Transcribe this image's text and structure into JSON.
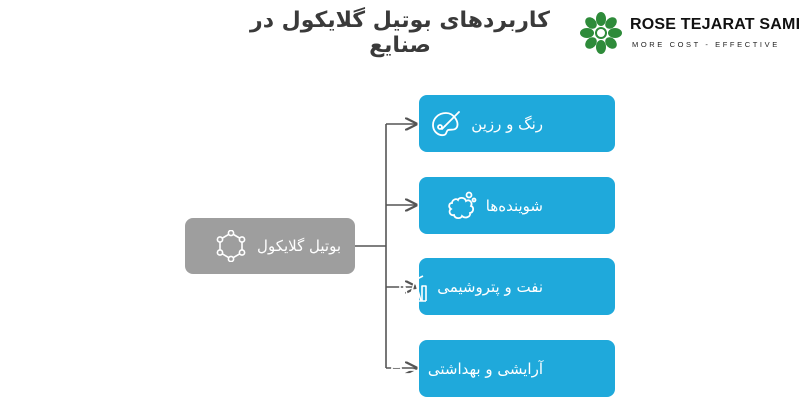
{
  "title": "کاربردهای بوتیل گلایکول در صنایع",
  "logo": {
    "name": "ROSE TEJARAT SAMIR",
    "tagline": "MORE COST - EFFECTIVE",
    "mark_color": "#2e8b3a"
  },
  "root": {
    "label": "بوتیل گلایکول",
    "icon": "molecule-icon",
    "color": "#9e9e9e"
  },
  "branches": [
    {
      "label": "رنگ و رزین",
      "icon": "paint-palette-icon"
    },
    {
      "label": "شوینده‌ها",
      "icon": "detergent-bubbles-icon"
    },
    {
      "label": "نفت و پتروشیمی",
      "icon": "oil-refinery-icon"
    },
    {
      "label": "آرایشی و بهداشتی",
      "icon": "cosmetics-lipstick-icon"
    }
  ],
  "colors": {
    "branch": "#1fa9db",
    "connector": "#555555",
    "text": "#ffffff"
  }
}
